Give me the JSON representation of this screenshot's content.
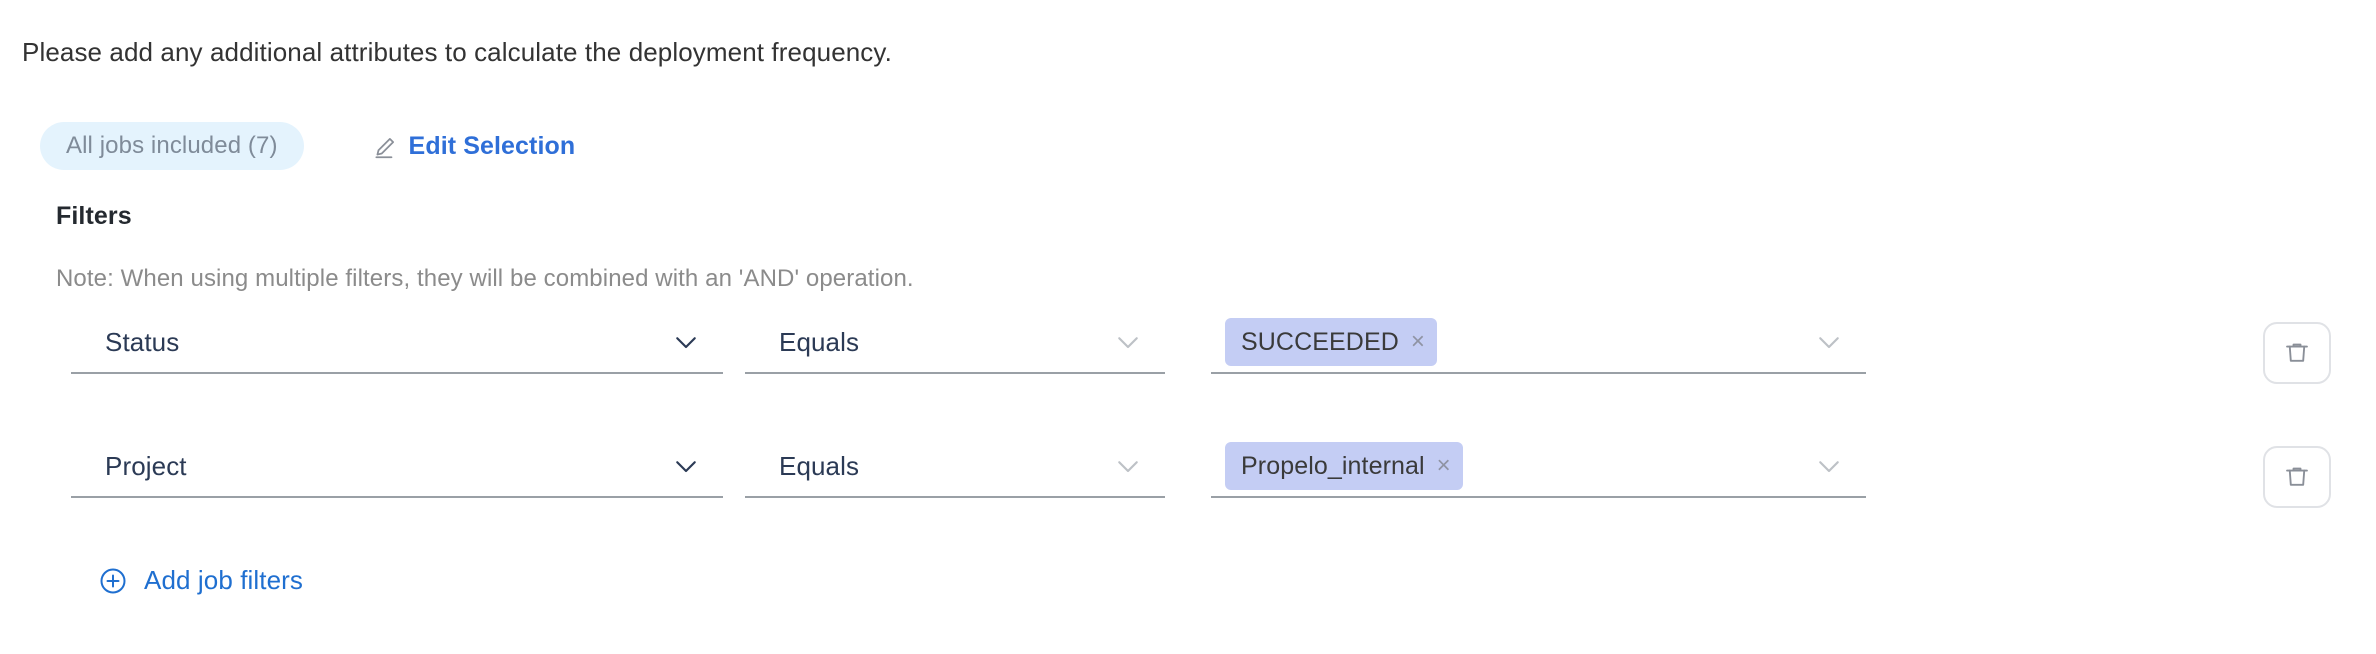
{
  "intro": {
    "text": "Please add any additional attributes to calculate the deployment frequency."
  },
  "selection": {
    "pill_label": "All jobs included (7)",
    "edit_label": "Edit Selection",
    "pencil_icon": "pencil-icon"
  },
  "filters": {
    "heading": "Filters",
    "note": "Note: When using multiple filters, they will be combined with an 'AND' operation.",
    "rows": [
      {
        "attribute": "Status",
        "operator": "Equals",
        "value_chip": "SUCCEEDED",
        "chip_remove": "×",
        "delete_icon": "trash-icon"
      },
      {
        "attribute": "Project",
        "operator": "Equals",
        "value_chip": "Propelo_internal",
        "chip_remove": "×",
        "delete_icon": "trash-icon"
      }
    ],
    "add_label": "Add job filters",
    "add_icon": "plus-circle-icon"
  },
  "colors": {
    "link_blue": "#1f6fd0",
    "edit_blue": "#2f6fd8",
    "pill_bg": "#e4f3fd",
    "pill_text": "#7f8b99",
    "chip_bg": "#c4cdf4",
    "chip_text": "#3a3a3a",
    "field_text": "#2b3a55",
    "underline": "#9aa0a6",
    "note_text": "#8b8b8b"
  }
}
